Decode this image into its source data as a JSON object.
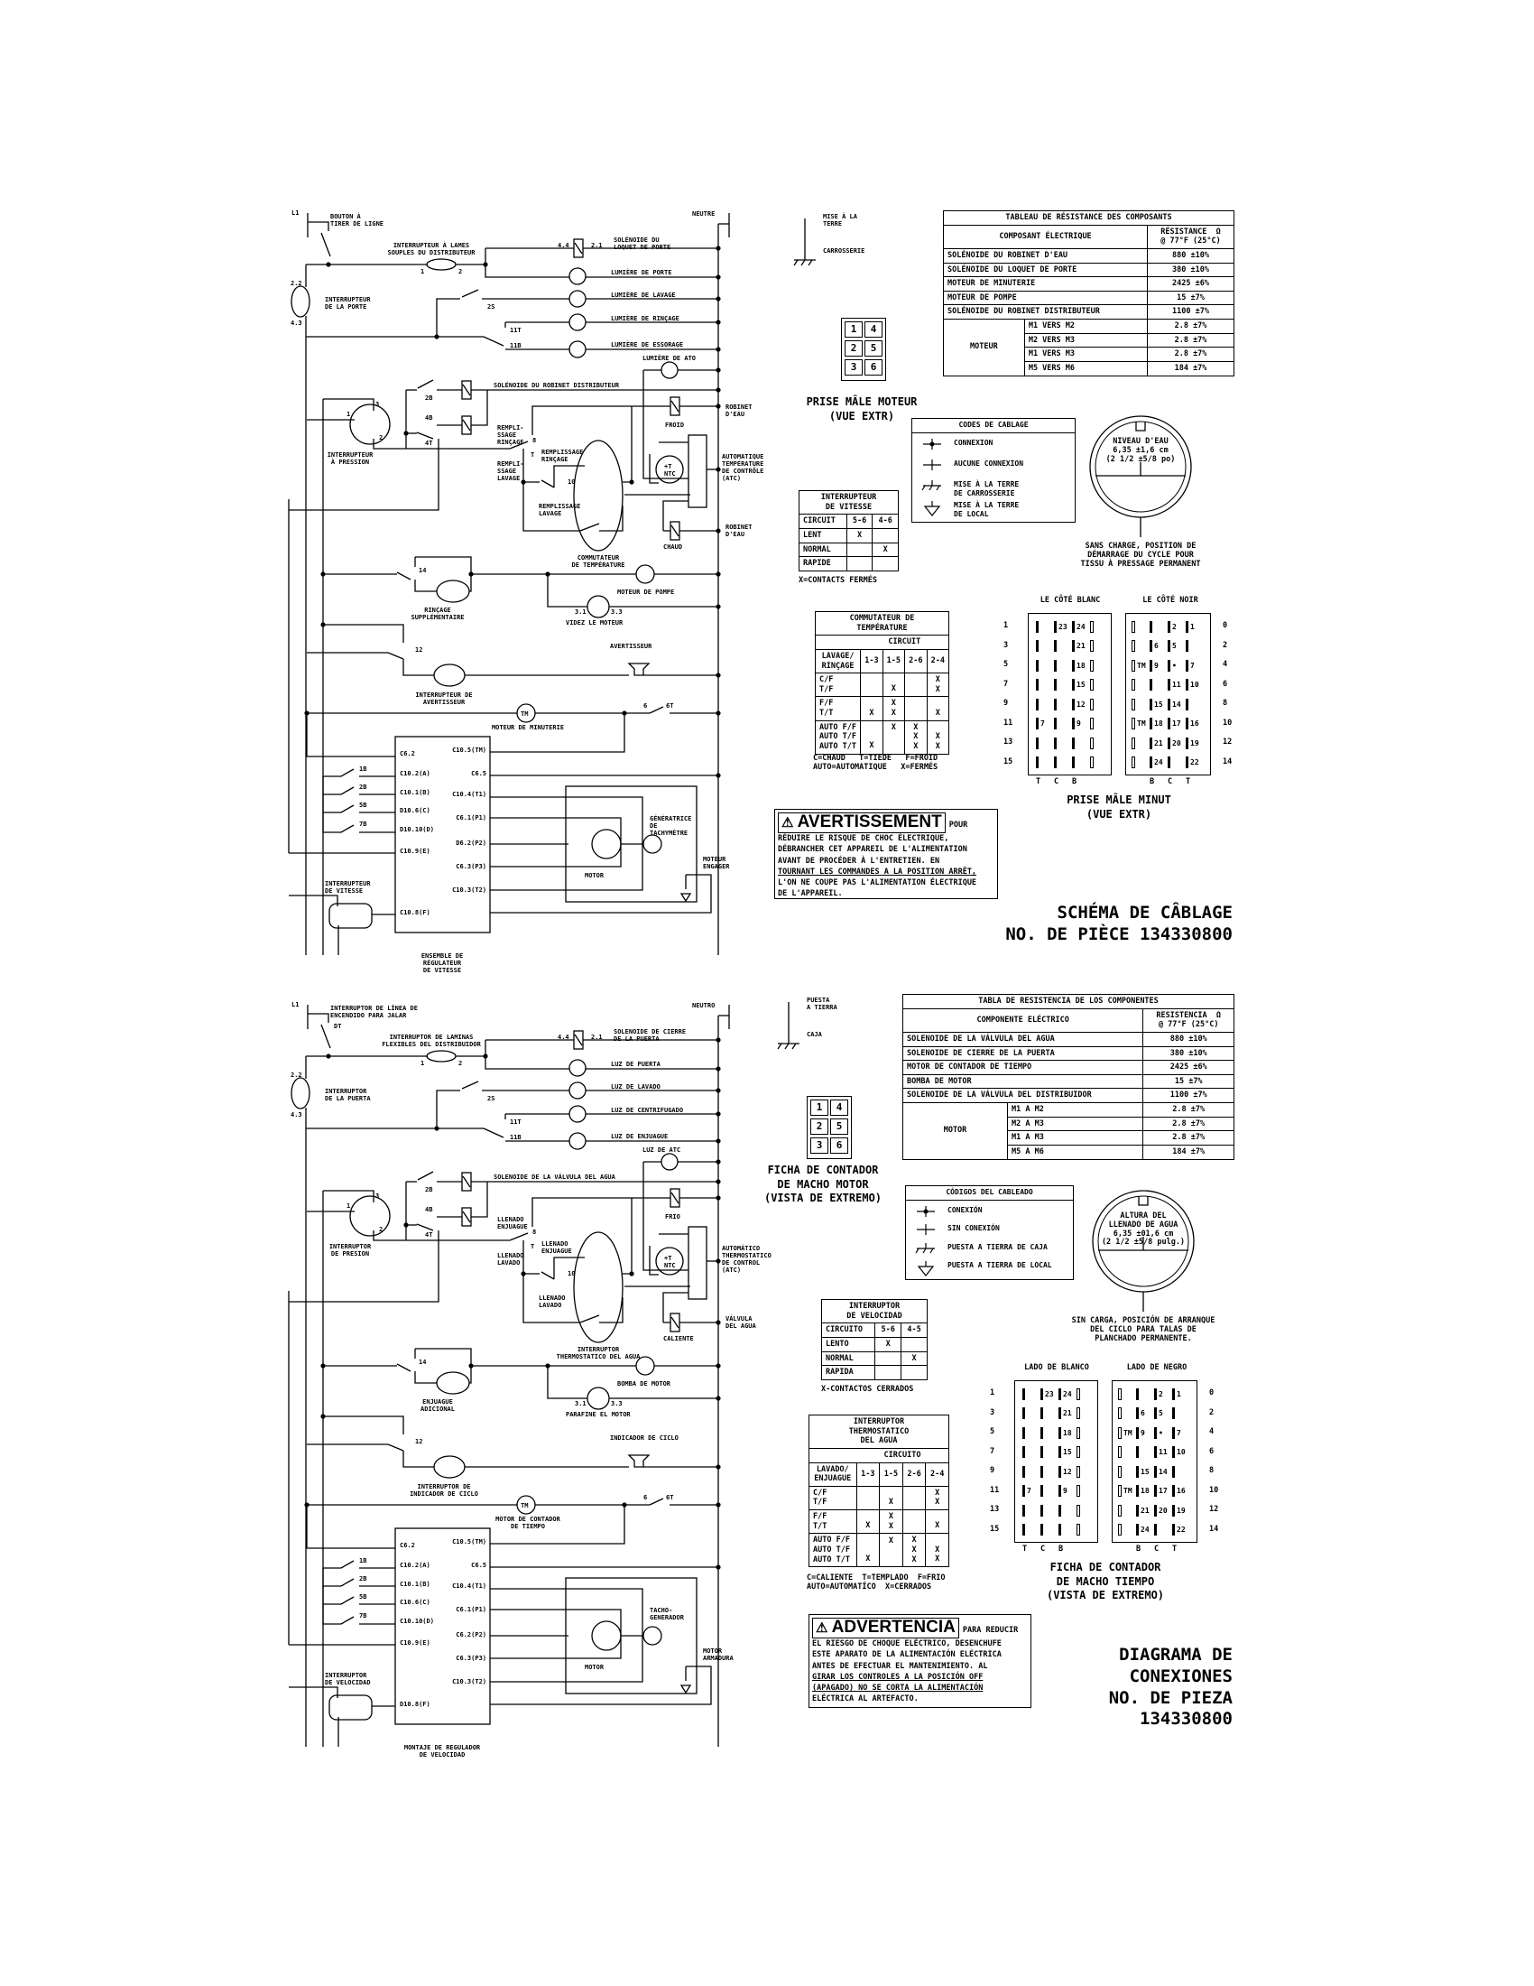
{
  "fr": {
    "schematic": {
      "labels": {
        "l1": "L1",
        "neutral": "NEUTRE",
        "line_switch": "BOUTON À\nTIRER DE LIGNE",
        "reed": "INTERRUPTEUR À LAMES\nSOUPLES DU DISTRIBUTEUR",
        "reed_1": "1",
        "reed_2": "2",
        "lock_sol": "SOLÉNOIDE DU\nLOQUET DE PORTE",
        "lock_a": "4.4",
        "lock_b": "2.1",
        "door_switch": "INTERRUPTEUR\nDE LA PORTE",
        "door_a": "2.2",
        "door_b": "4.3",
        "light_door": "LUMIÈRE DE PORTE",
        "light_wash": "LUMIÈRE DE LAVAGE",
        "light_3": "LUMIÈRE DE RINÇAGE",
        "light_4": "LUMIÈRE DE ESSORAGE",
        "light_ato": "LUMIÈRE DE ATO",
        "c_2s": "2S",
        "c_11t": "11T",
        "c_11b": "11B",
        "distrib_sol": "SOLÉNOIDE DU ROBINET DISTRIBUTEUR",
        "c_2b": "2B",
        "c_4b": "4B",
        "c_4t": "4T",
        "pressure": "INTERRUPTEUR\nÀ PRESSION",
        "p1": "1",
        "p3": "3",
        "p2": "2",
        "fill_rinse_a": "REMPLI-\nSSAGE\nRINÇAGE",
        "fill_wash_a": "REMPLI-\nSSAGE\nLAVAGE",
        "fill_rinse_b": "REMPLISSAGE\nRINÇAGE",
        "fill_wash_b": "REMPLISSAGE\nLAVAGE",
        "c_8": "8",
        "c_t": "T",
        "c_10": "10",
        "temp_switch": "COMMUTATEUR\nDE TEMPÉRATURE",
        "cold": "FROID",
        "valve_cold": "ROBINET\nD'EAU",
        "atc": "AUTOMATIQUE\nTEMPÉRATURE\nDE CONTRÔLE\n(ATC)",
        "hot": "CHAUD",
        "valve_hot": "ROBINET\nD'EAU",
        "ato_sensor": "+T\nNTC",
        "pump": "MOTEUR DE POMPE",
        "extra_rinse": "RINÇAGE\nSUPPLÉMENTAIRE",
        "drain": "VIDEZ LE MOTEUR",
        "drain_a": "3.1",
        "drain_b": "3.3",
        "buzzer": "AVERTISSEUR",
        "buzzer_switch": "INTERRUPTEUR DE\nAVERTISSEUR",
        "timer_motor": "MOTEUR DE MINUTERIE",
        "tm": "TM",
        "c_6": "6",
        "c_6t": "6T",
        "c_12": "12",
        "c_14": "14",
        "regulator": "ENSEMBLE DE\nRÉGULATEUR\nDE VITESSE",
        "speed_switch": "INTERRUPTEUR\nDE VITESSE",
        "motor": "MOTOR",
        "tach": "GÉNÉRATRICE\nDE\nTACHYMÈTRE",
        "armature": "MOTEUR\nENGAGER"
      },
      "reg_pins_left": [
        "C6.2",
        "C10.2(A)",
        "C10.1(B)",
        "D10.6(C)",
        "D10.10(D)",
        "C10.9(E)",
        "C10.8(F)"
      ],
      "reg_pins_right": [
        "C10.5(TM)",
        "C6.5",
        "C10.4(T1)",
        "C6.1(P1)",
        "D6.2(P2)",
        "C6.3(P3)",
        "C10.3(T2)"
      ],
      "contacts": [
        "1B",
        "2B",
        "5B",
        "7B"
      ]
    },
    "ground_label": "MISE À LA\nTERRE",
    "ground_sub": "CARROSSERIE",
    "resistance_table": {
      "title": "TABLEAU DE RÉSISTANCE DES COMPOSANTS",
      "header_component": "COMPOSANT ÉLECTRIQUE",
      "header_resistance": "RÉSISTANCE  Ω\n@ 77°F (25°C)",
      "rows": [
        {
          "component": "SOLÉNOIDE DU ROBINET D'EAU",
          "value": "880 ±10%"
        },
        {
          "component": "SOLÉNOIDE DU LOQUET DE PORTE",
          "value": "380 ±10%"
        },
        {
          "component": "MOTEUR DE MINUTERIE",
          "value": "2425 ±6%"
        },
        {
          "component": "MOTEUR DE POMPE",
          "value": "15 ±7%"
        },
        {
          "component": "SOLÉNOIDE DU ROBINET DISTRIBUTEUR",
          "value": "1100 ±7%"
        }
      ],
      "motor_label": "MOTEUR",
      "motor_rows": [
        {
          "pair": "M1 VERS M2",
          "value": "2.8 ±7%"
        },
        {
          "pair": "M2 VERS M3",
          "value": "2.8 ±7%"
        },
        {
          "pair": "M1 VERS M3",
          "value": "2.8 ±7%"
        },
        {
          "pair": "M5 VERS M6",
          "value": "184 ±7%"
        }
      ]
    },
    "motor_plug": {
      "numbers": [
        "1",
        "4",
        "2",
        "5",
        "3",
        "6"
      ],
      "caption": "PRISE MÂLE MOTEUR\n(VUE EXTR)"
    },
    "wiring_codes": {
      "title": "CODES DE CABLAGE",
      "items": [
        {
          "icon": "connection-icon",
          "label": "CONNEXION"
        },
        {
          "icon": "no-connection-icon",
          "label": "AUCUNE CONNEXION"
        },
        {
          "icon": "chassis-ground-icon",
          "label": "MISE À LA TERRE\nDE CARROSSERIE"
        },
        {
          "icon": "earth-ground-icon",
          "label": "MISE À LA TERRE\nDE LOCAL"
        }
      ]
    },
    "speed_switch": {
      "title": "INTERRUPTEUR\nDE VITESSE",
      "headers": [
        "CIRCUIT",
        "5-6",
        "4-6"
      ],
      "rows": [
        [
          "LENT",
          "X",
          ""
        ],
        [
          "NORMAL",
          "",
          "X"
        ],
        [
          "RAPIDE",
          "",
          ""
        ]
      ],
      "note": "X=CONTACTS FERMÉS"
    },
    "water_level": {
      "text": "NIVEAU D'EAU\n6,35 ±1,6 cm\n(2 1/2 ±5/8 po)",
      "caption": "SANS CHARGE, POSITION DE\nDÉMARRAGE DU CYCLE POUR\nTISSU À PRESSAGE PERMANENT"
    },
    "temp_switch": {
      "title": "COMMUTATEUR DE\nTEMPÉRATURE",
      "circuit_label": "CIRCUIT",
      "headers": [
        "LAVAGE/\nRINÇAGE",
        "1-3",
        "1-5",
        "2-6",
        "2-4"
      ],
      "groups": [
        [
          [
            "C/F",
            "",
            "",
            "",
            "X"
          ],
          [
            "T/F",
            "",
            "X",
            "",
            "X"
          ]
        ],
        [
          [
            "F/F",
            "",
            "X",
            "",
            ""
          ],
          [
            "T/T",
            "X",
            "X",
            "",
            "X"
          ]
        ],
        [
          [
            "AUTO F/F",
            "",
            "X",
            "X",
            ""
          ],
          [
            "AUTO T/F",
            "",
            "",
            "X",
            "X"
          ],
          [
            "AUTO T/T",
            "X",
            "",
            "X",
            "X"
          ]
        ]
      ],
      "legend": "C=CHAUD   T=TIEDE   F=FROID\nAUTO=AUTOMATIQUE   X=FERMÉS"
    },
    "timer_plug": {
      "white_label": "LE CÔTÉ BLANC",
      "black_label": "LE CÔTÉ NOIR",
      "left_numbers": [
        "1",
        "3",
        "5",
        "7",
        "9",
        "11",
        "13",
        "15"
      ],
      "right_numbers": [
        "0",
        "2",
        "4",
        "6",
        "8",
        "10",
        "12",
        "14"
      ],
      "white_cols": [
        "T",
        "C",
        "B"
      ],
      "black_cols": [
        "B",
        "C",
        "T"
      ],
      "white_rows": [
        [
          "",
          "23",
          "24",
          ""
        ],
        [
          "",
          "",
          "21",
          ""
        ],
        [
          "",
          "",
          "18",
          ""
        ],
        [
          "",
          "",
          "15",
          ""
        ],
        [
          "",
          "",
          "12",
          ""
        ],
        [
          "7",
          "",
          "9",
          ""
        ],
        [
          "",
          "",
          "",
          ""
        ],
        [
          "",
          "",
          "",
          ""
        ]
      ],
      "black_rows": [
        [
          "",
          "",
          "2",
          "1"
        ],
        [
          "",
          "6",
          "5",
          ""
        ],
        [
          "TM",
          "9",
          "•",
          "7"
        ],
        [
          "",
          "",
          "11",
          "10"
        ],
        [
          "",
          "15",
          "14",
          ""
        ],
        [
          "TM",
          "18",
          "17",
          "16"
        ],
        [
          "",
          "21",
          "20",
          "19"
        ],
        [
          "",
          "24",
          "",
          "22"
        ]
      ],
      "caption": "PRISE MÂLE MINUT\n(VUE EXTR)"
    },
    "warning": {
      "heading": "AVERTISSEMENT",
      "lead": "POUR",
      "lines": [
        {
          "text": "RÉDUIRE LE RISQUE DE CHOC ÉLECTRIQUE,",
          "underline": false
        },
        {
          "text": "DÉBRANCHER CET APPAREIL DE L'ALIMENTATION",
          "underline": false
        },
        {
          "text": "AVANT DE PROCÉDER À L'ENTRETIEN. EN",
          "underline": false
        },
        {
          "text": "TOURNANT LES COMMANDES A LA POSITION ARRÊT,",
          "underline": true
        },
        {
          "text": "L'ON NE COUPE PAS L'ALIMENTATION ÉLECTRIQUE",
          "underline": false
        },
        {
          "text": "DE L'APPAREIL.",
          "underline": false
        }
      ]
    },
    "title_block": "SCHÉMA DE CÂBLAGE\nNO. DE PIÈCE 134330800"
  },
  "es": {
    "schematic": {
      "labels": {
        "l1": "L1",
        "neutral": "NEUTRO",
        "line_switch": "INTERRUPTOR DE LÍNEA DE\nENCENDIDO PARA JALAR",
        "line_switch_pin": "DT",
        "reed": "INTERRUPTOR DE LAMINAS\nFLEXIBLES DEL DISTRIBUIDOR",
        "reed_1": "1",
        "reed_2": "2",
        "lock_sol": "SOLENOIDE DE CIERRE\nDE LA PUERTA",
        "lock_a": "4.4",
        "lock_b": "2.1",
        "door_switch": "INTERRUPTOR\nDE LA PUERTA",
        "door_a": "2.2",
        "door_b": "4.3",
        "light_door": "LUZ DE PUERTA",
        "light_wash": "LUZ DE LAVADO",
        "light_3": "LUZ DE CENTRIFUGADO",
        "light_4": "LUZ DE ENJUAGUE",
        "light_ato": "LUZ DE ATC",
        "c_2s": "2S",
        "c_11t": "11T",
        "c_11b": "11B",
        "distrib_sol": "SOLENOIDE DE LA VÁLVULA DEL AGUA",
        "c_2b": "2B",
        "c_4b": "4B",
        "c_4t": "4T",
        "pressure": "INTERRUPTOR\nDE PRESION",
        "p1": "1",
        "p3": "3",
        "p2": "2",
        "fill_rinse_a": "LLENADO\nENJUAGUE",
        "fill_wash_a": "LLENADO\nLAVADO",
        "fill_rinse_b": "LLENADO\nENJUAGUE",
        "fill_wash_b": "LLENADO\nLAVADO",
        "c_8": "8",
        "c_t": "T",
        "c_10": "10",
        "temp_switch": "INTERRUPTOR\nTHERMOSTATICO DEL AGUA",
        "cold": "FRIO",
        "atc": "AUTOMÁTICO\nTHERMOSTATICO\nDE CONTROL\n(ATC)",
        "hot": "CALIENTE",
        "valve_hot": "VÁLVULA\nDEL AGUA",
        "ato_sensor": "+T\nNTC",
        "pump": "BOMBA DE MOTOR",
        "extra_rinse": "ENJUAGUE\nADICIONAL",
        "drain": "PARAFINE EL MOTOR",
        "drain_a": "3.1",
        "drain_b": "3.3",
        "buzzer": "INDICADOR DE CICLO",
        "buzzer_switch": "INTERRUPTOR DE\nINDICADOR DE CICLO",
        "timer_motor": "MOTOR DE CONTADOR\nDE TIEMPO",
        "tm": "TM",
        "c_6": "6",
        "c_6t": "6T",
        "c_12": "12",
        "c_14": "14",
        "regulator": "MONTAJE DE REGULADOR\nDE VELOCIDAD",
        "speed_switch": "INTERRUPTOR\nDE VELOCIDAD",
        "motor": "MOTOR",
        "tach": "TACHO-\nGENERADOR",
        "armature": "MOTOR\nARMADURA"
      },
      "reg_pins_left": [
        "C6.2",
        "C10.2(A)",
        "C10.1(B)",
        "C10.6(C)",
        "C10.10(D)",
        "C10.9(E)",
        "D10.8(F)"
      ],
      "reg_pins_right": [
        "C10.5(TM)",
        "C6.5",
        "C10.4(T1)",
        "C6.1(P1)",
        "C6.2(P2)",
        "C6.3(P3)",
        "C10.3(T2)"
      ],
      "contacts": [
        "1B",
        "2B",
        "5B",
        "7B"
      ]
    },
    "ground_label": "PUESTA\nA TIERRA",
    "ground_sub": "CAJA",
    "resistance_table": {
      "title": "TABLA DE RESISTENCIA DE LOS COMPONENTES",
      "header_component": "COMPONENTE ELÉCTRICO",
      "header_resistance": "RESISTENCIA  Ω\n@ 77°F (25°C)",
      "rows": [
        {
          "component": "SOLENOIDE DE LA VÁLVULA DEL AGUA",
          "value": "880 ±10%"
        },
        {
          "component": "SOLENOIDE DE CIERRE DE LA PUERTA",
          "value": "380 ±10%"
        },
        {
          "component": "MOTOR DE CONTADOR DE TIEMPO",
          "value": "2425 ±6%"
        },
        {
          "component": "BOMBA DE MOTOR",
          "value": "15 ±7%"
        },
        {
          "component": "SOLENOIDE DE LA VÁLVULA DEL DISTRIBUIDOR",
          "value": "1100 ±7%"
        }
      ],
      "motor_label": "MOTOR",
      "motor_rows": [
        {
          "pair": "M1 A M2",
          "value": "2.8 ±7%"
        },
        {
          "pair": "M2 A M3",
          "value": "2.8 ±7%"
        },
        {
          "pair": "M1 A M3",
          "value": "2.8 ±7%"
        },
        {
          "pair": "M5 A M6",
          "value": "184 ±7%"
        }
      ]
    },
    "motor_plug": {
      "numbers": [
        "1",
        "4",
        "2",
        "5",
        "3",
        "6"
      ],
      "caption": "FICHA DE CONTADOR\nDE MACHO MOTOR\n(VISTA DE EXTREMO)"
    },
    "wiring_codes": {
      "title": "CÓDIGOS DEL CABLEADO",
      "items": [
        {
          "icon": "connection-icon",
          "label": "CONEXIÓN"
        },
        {
          "icon": "no-connection-icon",
          "label": "SIN CONEXIÓN"
        },
        {
          "icon": "chassis-ground-icon",
          "label": "PUESTA A TIERRA DE CAJA"
        },
        {
          "icon": "earth-ground-icon",
          "label": "PUESTA A TIERRA DE LOCAL"
        }
      ]
    },
    "speed_switch": {
      "title": "INTERRUPTOR\nDE VELOCIDAD",
      "headers": [
        "CIRCUITO",
        "5-6",
        "4-5"
      ],
      "rows": [
        [
          "LENTO",
          "X",
          ""
        ],
        [
          "NORMAL",
          "",
          "X"
        ],
        [
          "RAPIDA",
          "",
          ""
        ]
      ],
      "note": "X-CONTACTOS CERRADOS"
    },
    "water_level": {
      "text": "ALTURA DEL\nLLENADO DE AGUA\n6,35 ±01,6 cm\n(2 1/2 ±5/8 pulg.)",
      "caption": "SIN CARGA, POSICIÓN DE ARRANQUE\nDEL CICLO PARA TALAS DE\nPLANCHADO PERMANENTE."
    },
    "temp_switch": {
      "title": "INTERRUPTOR\nTHERMOSTATICO\nDEL AGUA",
      "circuit_label": "CIRCUITO",
      "headers": [
        "LAVADO/\nENJUAGUE",
        "1-3",
        "1-5",
        "2-6",
        "2-4"
      ],
      "groups": [
        [
          [
            "C/F",
            "",
            "",
            "",
            "X"
          ],
          [
            "T/F",
            "",
            "X",
            "",
            "X"
          ]
        ],
        [
          [
            "F/F",
            "",
            "X",
            "",
            ""
          ],
          [
            "T/T",
            "X",
            "X",
            "",
            "X"
          ]
        ],
        [
          [
            "AUTO F/F",
            "",
            "X",
            "X",
            ""
          ],
          [
            "AUTO T/F",
            "",
            "",
            "X",
            "X"
          ],
          [
            "AUTO T/T",
            "X",
            "",
            "X",
            "X"
          ]
        ]
      ],
      "legend": "C=CALIENTE  T=TEMPLADO  F=FRIO\nAUTO=AUTOMATÍCO  X=CERRADOS"
    },
    "timer_plug": {
      "white_label": "LADO DE BLANCO",
      "black_label": "LADO DE NEGRO",
      "left_numbers": [
        "1",
        "3",
        "5",
        "7",
        "9",
        "11",
        "13",
        "15"
      ],
      "right_numbers": [
        "0",
        "2",
        "4",
        "6",
        "8",
        "10",
        "12",
        "14"
      ],
      "white_cols": [
        "T",
        "C",
        "B"
      ],
      "black_cols": [
        "B",
        "C",
        "T"
      ],
      "white_rows": [
        [
          "",
          "23",
          "24",
          ""
        ],
        [
          "",
          "",
          "21",
          ""
        ],
        [
          "",
          "",
          "18",
          ""
        ],
        [
          "",
          "",
          "15",
          ""
        ],
        [
          "",
          "",
          "12",
          ""
        ],
        [
          "7",
          "",
          "9",
          ""
        ],
        [
          "",
          "",
          "",
          ""
        ],
        [
          "",
          "",
          "",
          ""
        ]
      ],
      "black_rows": [
        [
          "",
          "",
          "2",
          "1"
        ],
        [
          "",
          "6",
          "5",
          ""
        ],
        [
          "TM",
          "9",
          "•",
          "7"
        ],
        [
          "",
          "",
          "11",
          "10"
        ],
        [
          "",
          "15",
          "14",
          ""
        ],
        [
          "TM",
          "18",
          "17",
          "16"
        ],
        [
          "",
          "21",
          "20",
          "19"
        ],
        [
          "",
          "24",
          "",
          "22"
        ]
      ],
      "caption": "FICHA DE CONTADOR\nDE MACHO TIEMPO\n(VISTA DE EXTREMO)"
    },
    "warning": {
      "heading": "ADVERTENCIA",
      "lead": "PARA REDUCIR",
      "lines": [
        {
          "text": "EL RIESGO DE CHOQUE ELÉCTRICO, DESENCHUFE",
          "underline": false
        },
        {
          "text": "ESTE APARATO DE LA ALIMENTACIÓN ELÉCTRICA",
          "underline": false
        },
        {
          "text": "ANTES DE EFECTUAR EL MANTENIMIENTO. AL",
          "underline": false
        },
        {
          "text": "GIRAR LOS CONTROLES A LA POSICIÓN OFF",
          "underline": true
        },
        {
          "text": "(APAGADO) NO SE CORTA LA ALIMENTACIÓN",
          "underline": true
        },
        {
          "text": "ELÉCTRICA AL ARTEFACTO.",
          "underline": false
        }
      ]
    },
    "title_block": "DIAGRAMA DE\nCONEXIONES\nNO. DE PIEZA\n134330800"
  }
}
